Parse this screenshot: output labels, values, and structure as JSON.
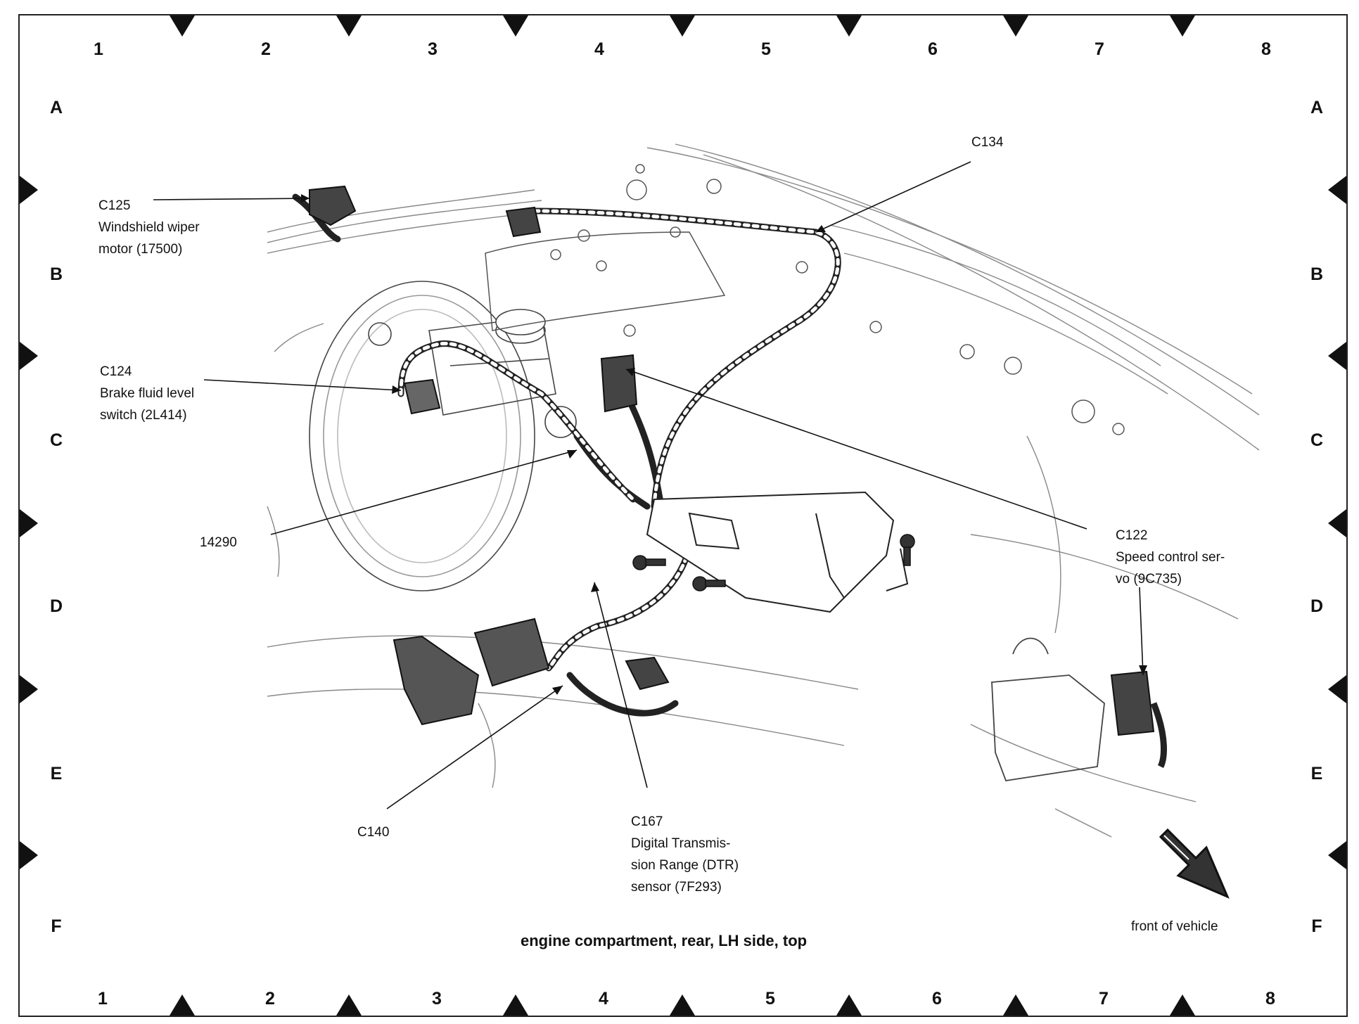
{
  "grid": {
    "columns": [
      "1",
      "2",
      "3",
      "4",
      "5",
      "6",
      "7",
      "8"
    ],
    "rows": [
      "A",
      "B",
      "C",
      "D",
      "E",
      "F"
    ]
  },
  "callouts": {
    "c125": {
      "id": "C125",
      "lines": [
        "Windshield wiper",
        "motor (17500)"
      ]
    },
    "c134": {
      "id": "C134"
    },
    "c124": {
      "id": "C124",
      "lines": [
        "Brake fluid level",
        "switch (2L414)"
      ]
    },
    "p14290": {
      "id": "14290"
    },
    "c122": {
      "id": "C122",
      "lines": [
        "Speed control ser-",
        "vo (9C735)"
      ]
    },
    "c140": {
      "id": "C140"
    },
    "c167": {
      "id": "C167",
      "lines": [
        "Digital Transmis-",
        "sion Range (DTR)",
        "sensor (7F293)"
      ]
    }
  },
  "caption": "engine compartment, rear, LH side, top",
  "direction_label": "front of vehicle",
  "direction_icon": "front-of-vehicle-arrow-icon"
}
